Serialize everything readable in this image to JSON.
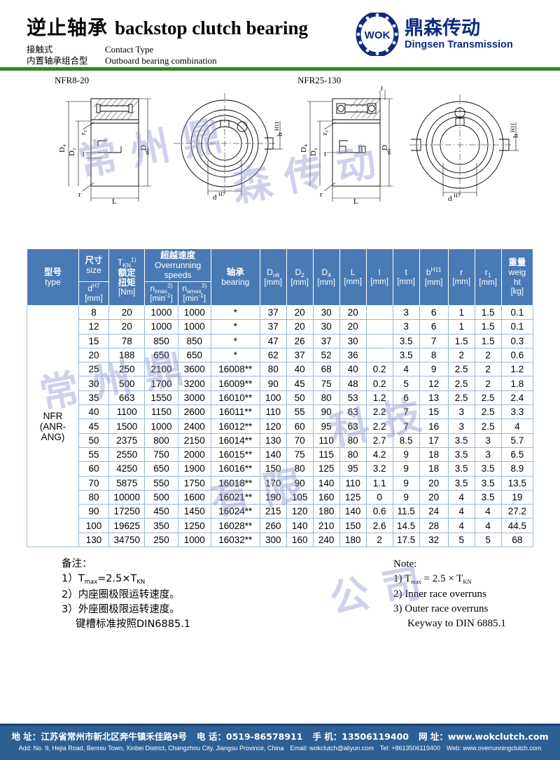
{
  "header": {
    "title_cn": "逆止轴承",
    "title_en": "backstop clutch bearing",
    "sub1_cn": "接触式",
    "sub1_en": "Contact Type",
    "sub2_cn": "内置轴承组合型",
    "sub2_en": "Outboard bearing combination",
    "logo_mark_text": "WOK",
    "logo_cn": "鼎森传动",
    "logo_en": "Dingsen Transmission",
    "brand_color": "#0d2b80",
    "divider_color": "#2e8b1f"
  },
  "drawings": {
    "left_label": "NFR8-20",
    "right_label": "NFR25-130",
    "dims": {
      "D4": "D4",
      "D2": "D2",
      "Dn6": "Dn6",
      "L": "L",
      "l": "l",
      "t": "t",
      "r": "r",
      "r1": "r1",
      "bH11": "bH11",
      "dH7": "dH7"
    }
  },
  "table": {
    "header": {
      "type_cn": "型号",
      "type_en": "type",
      "size_cn": "尺寸",
      "size_en": "size",
      "size_sym": "d",
      "size_sym_sup": "H7",
      "size_unit": "[mm]",
      "torque_sym": "T",
      "torque_sym_sub": "KN",
      "torque_sym_sup": "1)",
      "torque_cn1": "额定",
      "torque_cn2": "扭矩",
      "torque_unit": "[Nm]",
      "over_cn": "超越速度",
      "over_en1": "Overrunning",
      "over_en2": "speeds",
      "nimax_sym": "n",
      "nimax_sub": "imax",
      "nimax_sup": "2)",
      "nimax_unit": "[min-1]",
      "namax_sym": "n",
      "namax_sub": "amax",
      "namax_sup": "3)",
      "namax_unit": "[min-1]",
      "bearing_cn": "轴承",
      "bearing_en": "bearing",
      "Dn6_sym": "D",
      "Dn6_sub": "n6",
      "Dn6_unit": "[mm]",
      "D2_sym": "D",
      "D2_sub": "2",
      "D2_unit": "[mm]",
      "D4_sym": "D",
      "D4_sub": "4",
      "D4_unit": "[mm]",
      "L_sym": "L",
      "L_unit": "[mm]",
      "l_sym": "l",
      "l_unit": "[mm]",
      "t_sym": "t",
      "t_unit": "[mm]",
      "b_sym": "b",
      "b_sup": "H11",
      "b_unit": "[mm]",
      "r_sym": "r",
      "r_unit": "[mm]",
      "r1_sym": "r",
      "r1_sub": "1",
      "r1_unit": "[mm]",
      "weight_cn": "重量",
      "weight_en1": "weig",
      "weight_en2": "ht",
      "weight_unit": "[kg]"
    },
    "type_label_line1": "NFR",
    "type_label_line2": "(ANR- ANG)",
    "header_bg": "#4a7ab5",
    "grid_color": "#9bb7db",
    "columns": [
      "d",
      "TKN",
      "nimax",
      "namax",
      "bearing",
      "Dn6",
      "D2",
      "D4",
      "L",
      "l",
      "t",
      "b",
      "r",
      "r1",
      "weight"
    ],
    "rows": [
      [
        "8",
        "20",
        "1000",
        "1000",
        "*",
        "37",
        "20",
        "30",
        "20",
        "",
        "3",
        "6",
        "1",
        "1.5",
        "0.1"
      ],
      [
        "12",
        "20",
        "1000",
        "1000",
        "*",
        "37",
        "20",
        "30",
        "20",
        "",
        "3",
        "6",
        "1",
        "1.5",
        "0.1"
      ],
      [
        "15",
        "78",
        "850",
        "850",
        "*",
        "47",
        "26",
        "37",
        "30",
        "",
        "3.5",
        "7",
        "1.5",
        "1.5",
        "0.3"
      ],
      [
        "20",
        "188",
        "650",
        "650",
        "*",
        "62",
        "37",
        "52",
        "36",
        "",
        "3.5",
        "8",
        "2",
        "2",
        "0.6"
      ],
      [
        "25",
        "250",
        "2100",
        "3600",
        "16008**",
        "80",
        "40",
        "68",
        "40",
        "0.2",
        "4",
        "9",
        "2.5",
        "2",
        "1.2"
      ],
      [
        "30",
        "500",
        "1700",
        "3200",
        "16009**",
        "90",
        "45",
        "75",
        "48",
        "0.2",
        "5",
        "12",
        "2.5",
        "2",
        "1.8"
      ],
      [
        "35",
        "663",
        "1550",
        "3000",
        "16010**",
        "100",
        "50",
        "80",
        "53",
        "1.2",
        "6",
        "13",
        "2.5",
        "2.5",
        "2.4"
      ],
      [
        "40",
        "1100",
        "1150",
        "2600",
        "16011**",
        "110",
        "55",
        "90",
        "63",
        "2.2",
        "7",
        "15",
        "3",
        "2.5",
        "3.3"
      ],
      [
        "45",
        "1500",
        "1000",
        "2400",
        "16012**",
        "120",
        "60",
        "95",
        "63",
        "2.2",
        "7",
        "16",
        "3",
        "2.5",
        "4"
      ],
      [
        "50",
        "2375",
        "800",
        "2150",
        "16014**",
        "130",
        "70",
        "110",
        "80",
        "2.7",
        "8.5",
        "17",
        "3.5",
        "3",
        "5.7"
      ],
      [
        "55",
        "2550",
        "750",
        "2000",
        "16015**",
        "140",
        "75",
        "115",
        "80",
        "4.2",
        "9",
        "18",
        "3.5",
        "3",
        "6.5"
      ],
      [
        "60",
        "4250",
        "650",
        "1900",
        "16016**",
        "150",
        "80",
        "125",
        "95",
        "3.2",
        "9",
        "18",
        "3.5",
        "3.5",
        "8.9"
      ],
      [
        "70",
        "5875",
        "550",
        "1750",
        "16018**",
        "170",
        "90",
        "140",
        "110",
        "1.1",
        "9",
        "20",
        "3.5",
        "3.5",
        "13.5"
      ],
      [
        "80",
        "10000",
        "500",
        "1600",
        "16021**",
        "190",
        "105",
        "160",
        "125",
        "0",
        "9",
        "20",
        "4",
        "3.5",
        "19"
      ],
      [
        "90",
        "17250",
        "450",
        "1450",
        "16024**",
        "215",
        "120",
        "180",
        "140",
        "0.6",
        "11.5",
        "24",
        "4",
        "4",
        "27.2"
      ],
      [
        "100",
        "19625",
        "350",
        "1250",
        "16028**",
        "260",
        "140",
        "210",
        "150",
        "2.6",
        "14.5",
        "28",
        "4",
        "4",
        "44.5"
      ],
      [
        "130",
        "34750",
        "250",
        "1000",
        "16032**",
        "300",
        "160",
        "240",
        "180",
        "2",
        "17.5",
        "32",
        "5",
        "5",
        "68"
      ]
    ]
  },
  "notes": {
    "cn_title": "备注：",
    "cn_1_pre": "1）T",
    "cn_1_sub": "max",
    "cn_1_mid": "=2.5×T",
    "cn_1_sub2": "KN",
    "cn_2": "2）内座圈极限运转速度。",
    "cn_3": "3）外座圈极限运转速度。",
    "cn_4": "键槽标准按照DIN6885.1",
    "en_title": "Note:",
    "en_1_pre": "1) T",
    "en_1_sub": "max",
    "en_1_mid": " = 2.5 × T",
    "en_1_sub2": "KN",
    "en_2": "2) Inner race overruns",
    "en_3": "3) Outer race overruns",
    "en_4": "Keyway to DIN 6885.1"
  },
  "footer": {
    "addr_label_cn": "地 址：",
    "addr_cn": "江苏省常州市新北区奔牛镇禾佳路9号",
    "tel_label_cn": "电 话：",
    "tel_cn": "0519-86578911",
    "mobile_label_cn": "手 机：",
    "mobile_cn": "13506119400",
    "web_label_cn": "网 址：",
    "web_cn": "www.wokclutch.com",
    "addr_en": "Add: No. 9, Hejia Road, Benniu Town, Xinbei District, Changzhou City, Jiangsu Province, China",
    "email_en": "Email: wokclutch@aliyun.com",
    "tel_en": "Tel: +8613506119400",
    "web_en": "Web: www.overrunningclutch.com",
    "bg_color": "#2e5f92"
  },
  "watermark": {
    "line1": "常州鼎森传动",
    "line2": "科技有限公司",
    "piece1": "常 州 鼎",
    "piece2": "森 传 动",
    "piece3": "科 技",
    "piece4": "有 限",
    "piece5": "公 司",
    "color": "#8a8fd0"
  }
}
